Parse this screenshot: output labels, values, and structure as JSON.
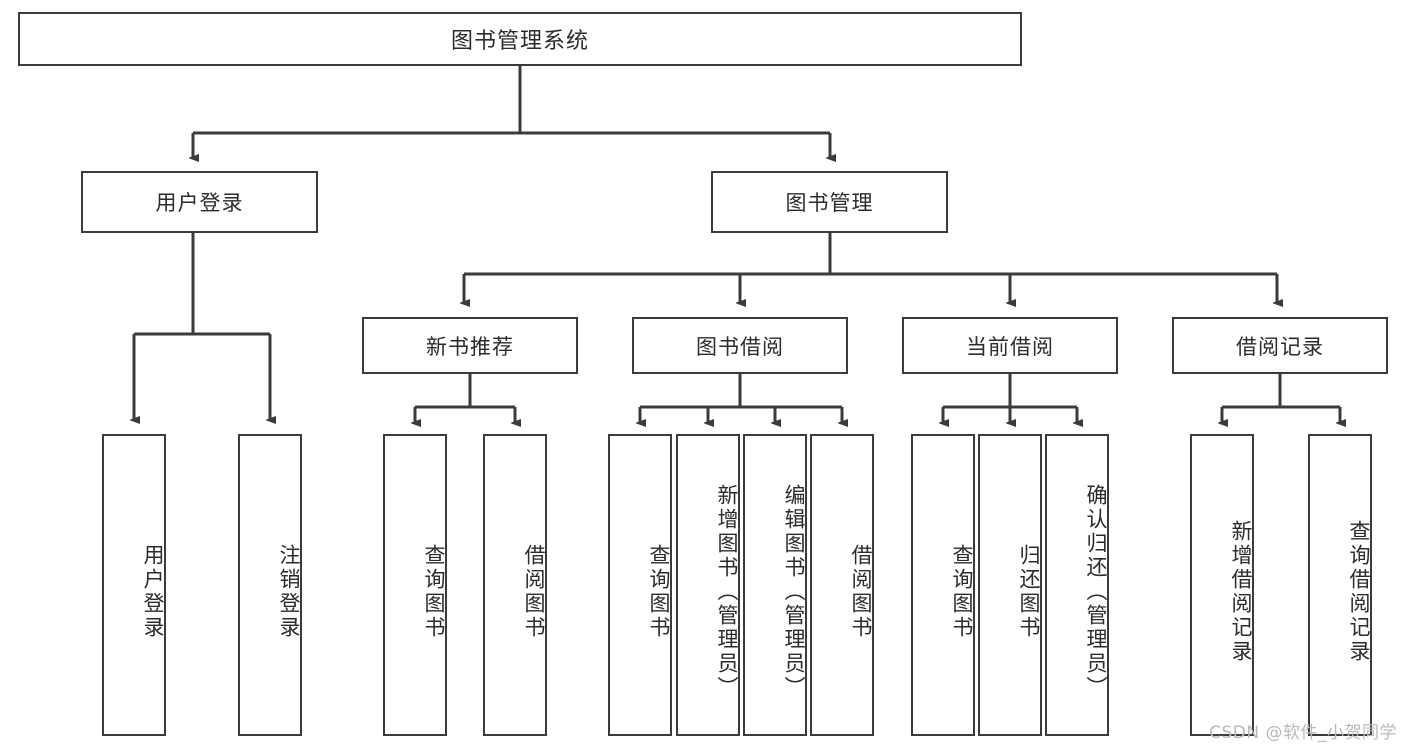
{
  "diagram": {
    "type": "tree",
    "title": "图书管理系统",
    "colors": {
      "stroke": "#3b3b3b",
      "fill": "#ffffff",
      "text": "#2b2b2b",
      "watermark": "#b9b9b9"
    },
    "root": {
      "label": "图书管理系统"
    },
    "level2": [
      {
        "label": "用户登录"
      },
      {
        "label": "图书管理"
      }
    ],
    "level3": [
      {
        "label": "新书推荐"
      },
      {
        "label": "图书借阅"
      },
      {
        "label": "当前借阅"
      },
      {
        "label": "借阅记录"
      }
    ],
    "leaves": {
      "用户登录": [
        {
          "label": "用户登录"
        },
        {
          "label": "注销登录"
        }
      ],
      "新书推荐": [
        {
          "label": "查询图书"
        },
        {
          "label": "借阅图书"
        }
      ],
      "图书借阅": [
        {
          "label": "查询图书"
        },
        {
          "label": "新增图书（管理员）"
        },
        {
          "label": "编辑图书（管理员）"
        },
        {
          "label": "借阅图书"
        }
      ],
      "当前借阅": [
        {
          "label": "查询图书"
        },
        {
          "label": "归还图书"
        },
        {
          "label": "确认归还（管理员）"
        }
      ],
      "借阅记录": [
        {
          "label": "新增借阅记录"
        },
        {
          "label": "查询借阅记录"
        }
      ]
    }
  },
  "watermark": {
    "text": "CSDN @软件_小贺同学"
  }
}
